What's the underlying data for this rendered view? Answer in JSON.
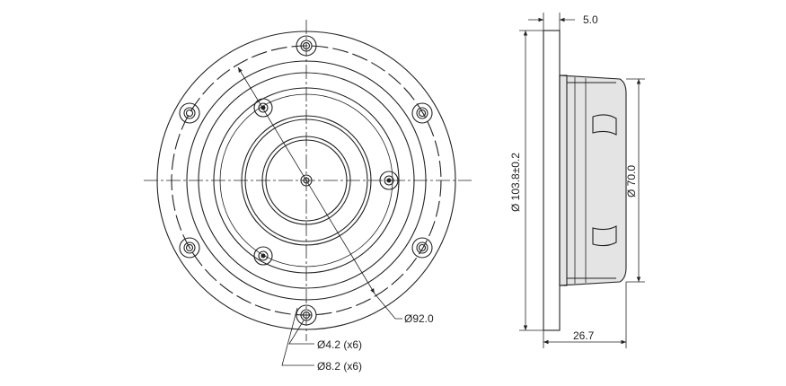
{
  "front_view": {
    "dim_outer_bolt_circle": "Ø92.0",
    "dim_hole_small": "Ø4.2 (x6)",
    "dim_hole_large": "Ø8.2 (x6)"
  },
  "side_view": {
    "dim_flange_thickness": "5.0",
    "dim_flange_diameter": "Ø 103.8±0.2",
    "dim_body_diameter": "Ø 70.0",
    "dim_depth": "26.7"
  }
}
